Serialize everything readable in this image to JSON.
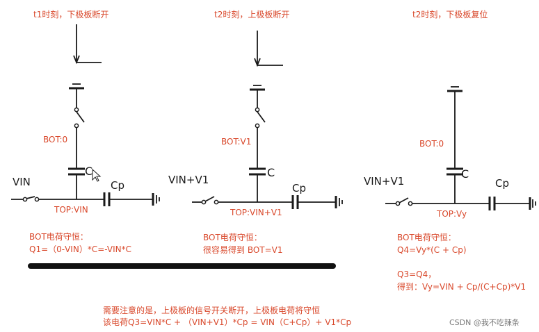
{
  "panels": [
    {
      "caption": "t1时刻，下极板断开",
      "bot_label": "BOT:0",
      "top_label": "TOP:VIN",
      "input_label": "VIN",
      "cap_label": "C",
      "cp_label": "Cp",
      "eq_title": "BOT电荷守恒：",
      "eq_line1": "Q1=（0-VIN）*C=-VIN*C",
      "eq_line2": "",
      "eq_line3": "",
      "eq_line4": ""
    },
    {
      "caption": "t2时刻，上极板断开",
      "bot_label": "BOT:V1",
      "top_label": "TOP:VIN+V1",
      "input_label": "VIN+V1",
      "cap_label": "C",
      "cp_label": "Cp",
      "eq_title": "BOT电荷守恒：",
      "eq_line1": "很容易得到 BOT=V1",
      "eq_line2": "",
      "eq_line3": "",
      "eq_line4": ""
    },
    {
      "caption": "t2时刻，下极板复位",
      "bot_label": "BOT:0",
      "top_label": "TOP:Vy",
      "input_label": "VIN+V1",
      "cap_label": "C",
      "cp_label": "Cp",
      "eq_title": "BOT电荷守恒：",
      "eq_line1": "Q4=Vy*(C + Cp)",
      "eq_line2": "Q3=Q4，",
      "eq_line3": "得到：Vy=VIN + Cp/(C+Cp)*V1",
      "eq_line4": ""
    }
  ],
  "note": {
    "line1": "需要注意的是，上极板的信号开关断开，上极板电荷将守恒",
    "line2": "该电荷Q3=VIN*C + （VIN+V1）*Cp = VIN（C+Cp）+ V1*Cp"
  },
  "watermark": "CSDN @我不吃辣条",
  "colors": {
    "annotation": "#d9482b",
    "circuit": "#1a1a1a"
  }
}
